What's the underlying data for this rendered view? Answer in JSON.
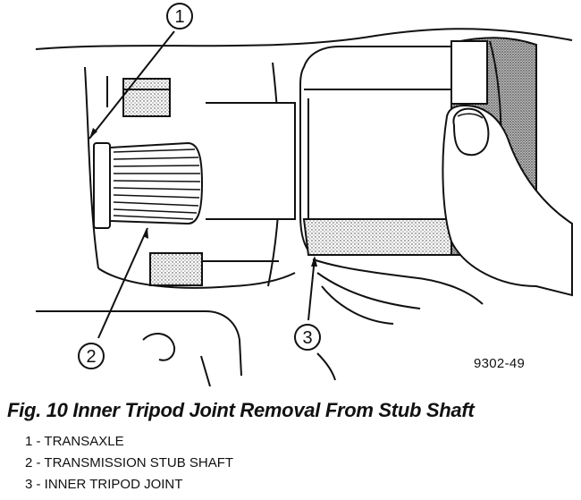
{
  "callouts": [
    {
      "number": "1"
    },
    {
      "number": "2"
    },
    {
      "number": "3"
    }
  ],
  "figure_code": "9302-49",
  "caption": "Fig. 10 Inner Tripod Joint Removal From Stub Shaft",
  "legend": [
    {
      "text": "1 - TRANSAXLE"
    },
    {
      "text": "2 - TRANSMISSION STUB SHAFT"
    },
    {
      "text": "3 - INNER TRIPOD JOINT"
    }
  ]
}
